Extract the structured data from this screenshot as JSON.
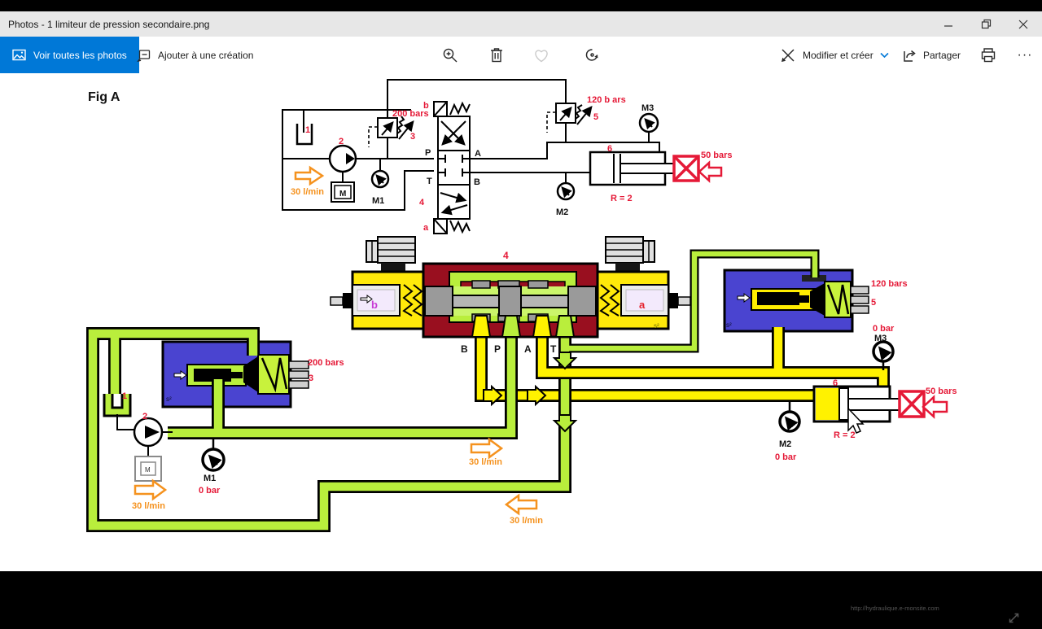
{
  "window": {
    "title": "Photos - 1 limiteur de pression secondaire.png"
  },
  "toolbar": {
    "view_all": "Voir toutes les photos",
    "add_to_creation": "Ajouter à une création",
    "edit_create": "Modifier et créer",
    "share": "Partager",
    "more_glyph": "···"
  },
  "figure": {
    "label": "Fig A",
    "watermark": "http://hydraulique.e-monsite.com"
  },
  "sch": {
    "n1": "1",
    "n2": "2",
    "n3": "3",
    "n4": "4",
    "n5": "5",
    "n6": "6",
    "bars200": "200 bars",
    "bars120": "120 b ars",
    "bars50": "50 bars",
    "flow": "30 l/min",
    "ratio": "R = 2",
    "m1": "M1",
    "m2": "M2",
    "m3": "M3",
    "port_p": "P",
    "port_t": "T",
    "port_a": "A",
    "port_b": "B",
    "pos_b": "b",
    "pos_a": "a",
    "motor": "M"
  },
  "cut": {
    "n1": "1",
    "n2": "2",
    "n3": "3",
    "n4": "4",
    "n5": "5",
    "n6": "6",
    "bars200": "200 bars",
    "bars120": "120 bars",
    "bars50": "50 bars",
    "flow": "30 l/min",
    "ratio": "R = 2",
    "zero": "0 bar",
    "m1": "M1",
    "m2": "M2",
    "m3": "M3",
    "port_p": "P",
    "port_t": "T",
    "port_a": "A",
    "port_b": "B",
    "pos_b": "b",
    "pos_a": "a",
    "motor": "M",
    "s2": "s²"
  },
  "colors": {
    "accent": "#0078d7",
    "maroon": "#990f1f",
    "blue_box": "#4a44d0",
    "pipe_green": "#b9ee3c",
    "pipe_yellow": "#fff200",
    "label_red": "#e51937",
    "arrow_orange": "#f5921e"
  }
}
